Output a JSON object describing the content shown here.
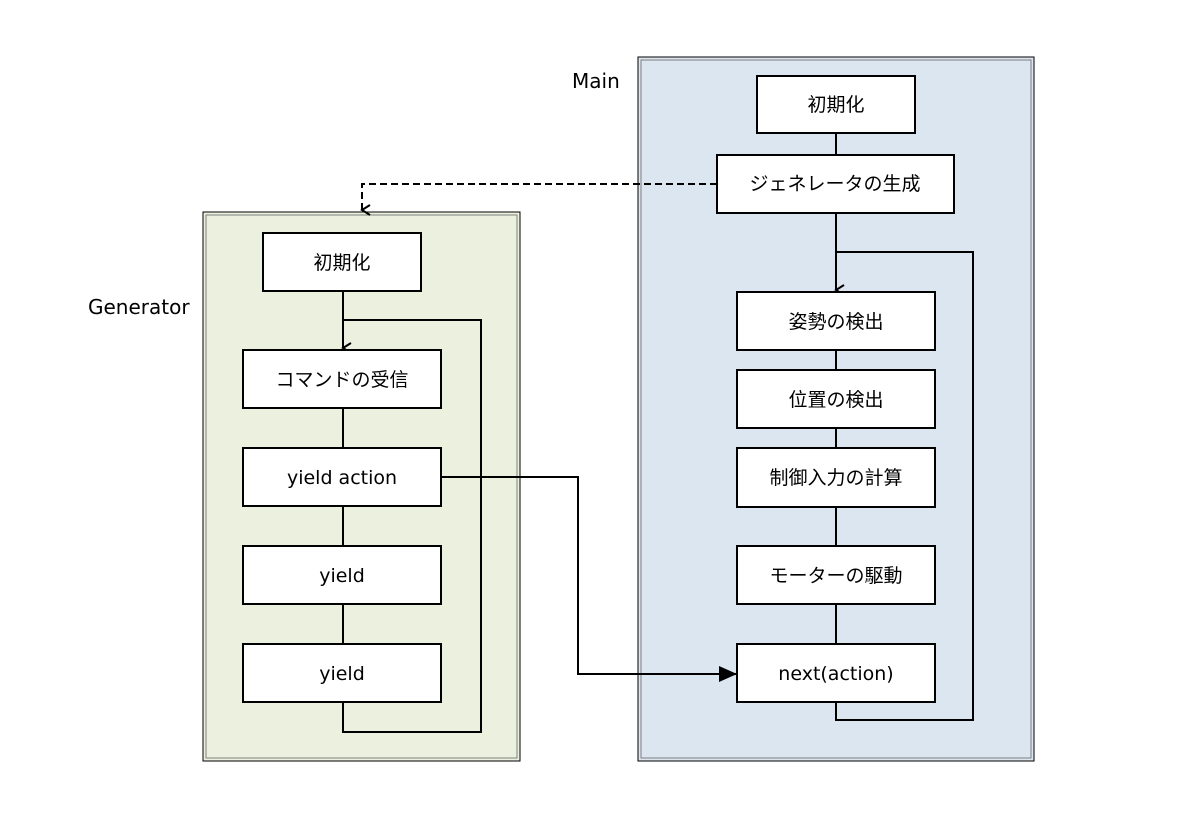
{
  "groups": {
    "main_label": "Main",
    "generator_label": "Generator"
  },
  "main": {
    "init": "初期化",
    "create_generator": "ジェネレータの生成",
    "detect_attitude": "姿勢の検出",
    "detect_position": "位置の検出",
    "compute_control": "制御入力の計算",
    "drive_motor": "モーターの駆動",
    "next_action": "next(action)"
  },
  "generator": {
    "init": "初期化",
    "receive_command": "コマンドの受信",
    "yield_action": "yield action",
    "yield_1": "yield",
    "yield_2": "yield"
  },
  "colors": {
    "main_bg": "#dce6f1",
    "generator_bg": "#ebf1de",
    "box_fill": "#ffffff",
    "stroke": "#000000"
  }
}
